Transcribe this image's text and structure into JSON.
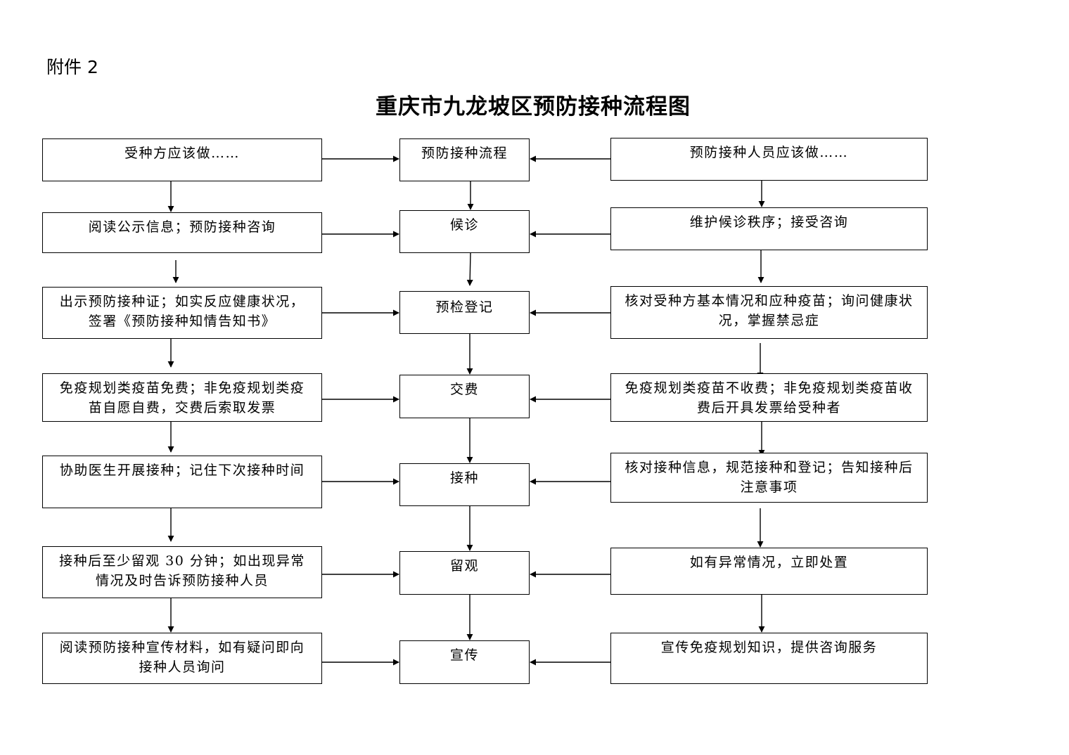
{
  "header": {
    "attachment": "附件 2",
    "title": "重庆市九龙坡区预防接种流程图"
  },
  "columns": {
    "left": [
      "受种方应该做……",
      "阅读公示信息；预防接种咨询",
      "出示预防接种证；如实反应健康状况，签署《预防接种知情告知书》",
      "免疫规划类疫苗免费；非免疫规划类疫苗自愿自费，交费后索取发票",
      "协助医生开展接种；记住下次接种时间",
      "接种后至少留观 30 分钟；如出现异常情况及时告诉预防接种人员",
      "阅读预防接种宣传材料，如有疑问即向接种人员询问"
    ],
    "middle": [
      "预防接种流程",
      "候诊",
      "预检登记",
      "交费",
      "接种",
      "留观",
      "宣传"
    ],
    "right": [
      "预防接种人员应该做……",
      "维护候诊秩序；接受咨询",
      "核对受种方基本情况和应种疫苗；询问健康状况，掌握禁忌症",
      "免疫规划类疫苗不收费；非免疫规划类疫苗收费后开具发票给受种者",
      "核对接种信息，规范接种和登记；告知接种后注意事项",
      "如有异常情况，立即处置",
      "宣传免疫规划知识，提供咨询服务"
    ]
  }
}
